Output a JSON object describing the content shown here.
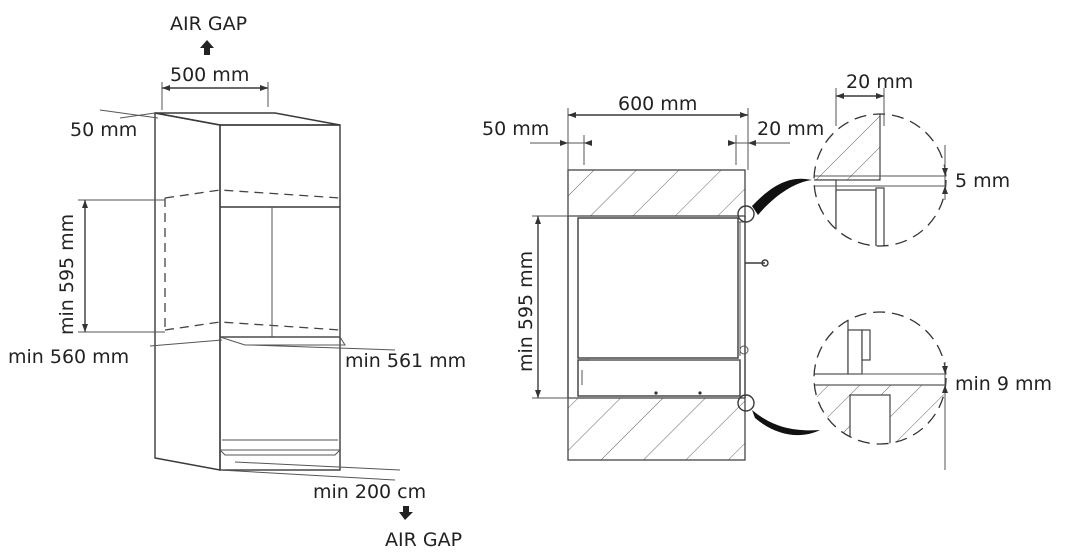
{
  "left_diagram": {
    "air_gap_top": "AIR GAP",
    "width_label": "500 mm",
    "side_gap_label": "50 mm",
    "height_label": "min 595 mm",
    "depth_label_left": "min 560 mm",
    "depth_label_right": "min 561 mm",
    "bottom_opening_label": "min 200 cm",
    "air_gap_bottom": "AIR GAP"
  },
  "right_diagram": {
    "width_label": "600 mm",
    "left_gap_label": "50 mm",
    "right_gap_label": "20 mm",
    "height_label": "min 595 mm"
  },
  "detail_top": {
    "width_label": "20 mm",
    "gap_label": "5 mm"
  },
  "detail_bottom": {
    "gap_label": "min 9 mm"
  },
  "icons": {
    "arrow_up": "arrow-up-icon",
    "arrow_down": "arrow-down-icon"
  }
}
